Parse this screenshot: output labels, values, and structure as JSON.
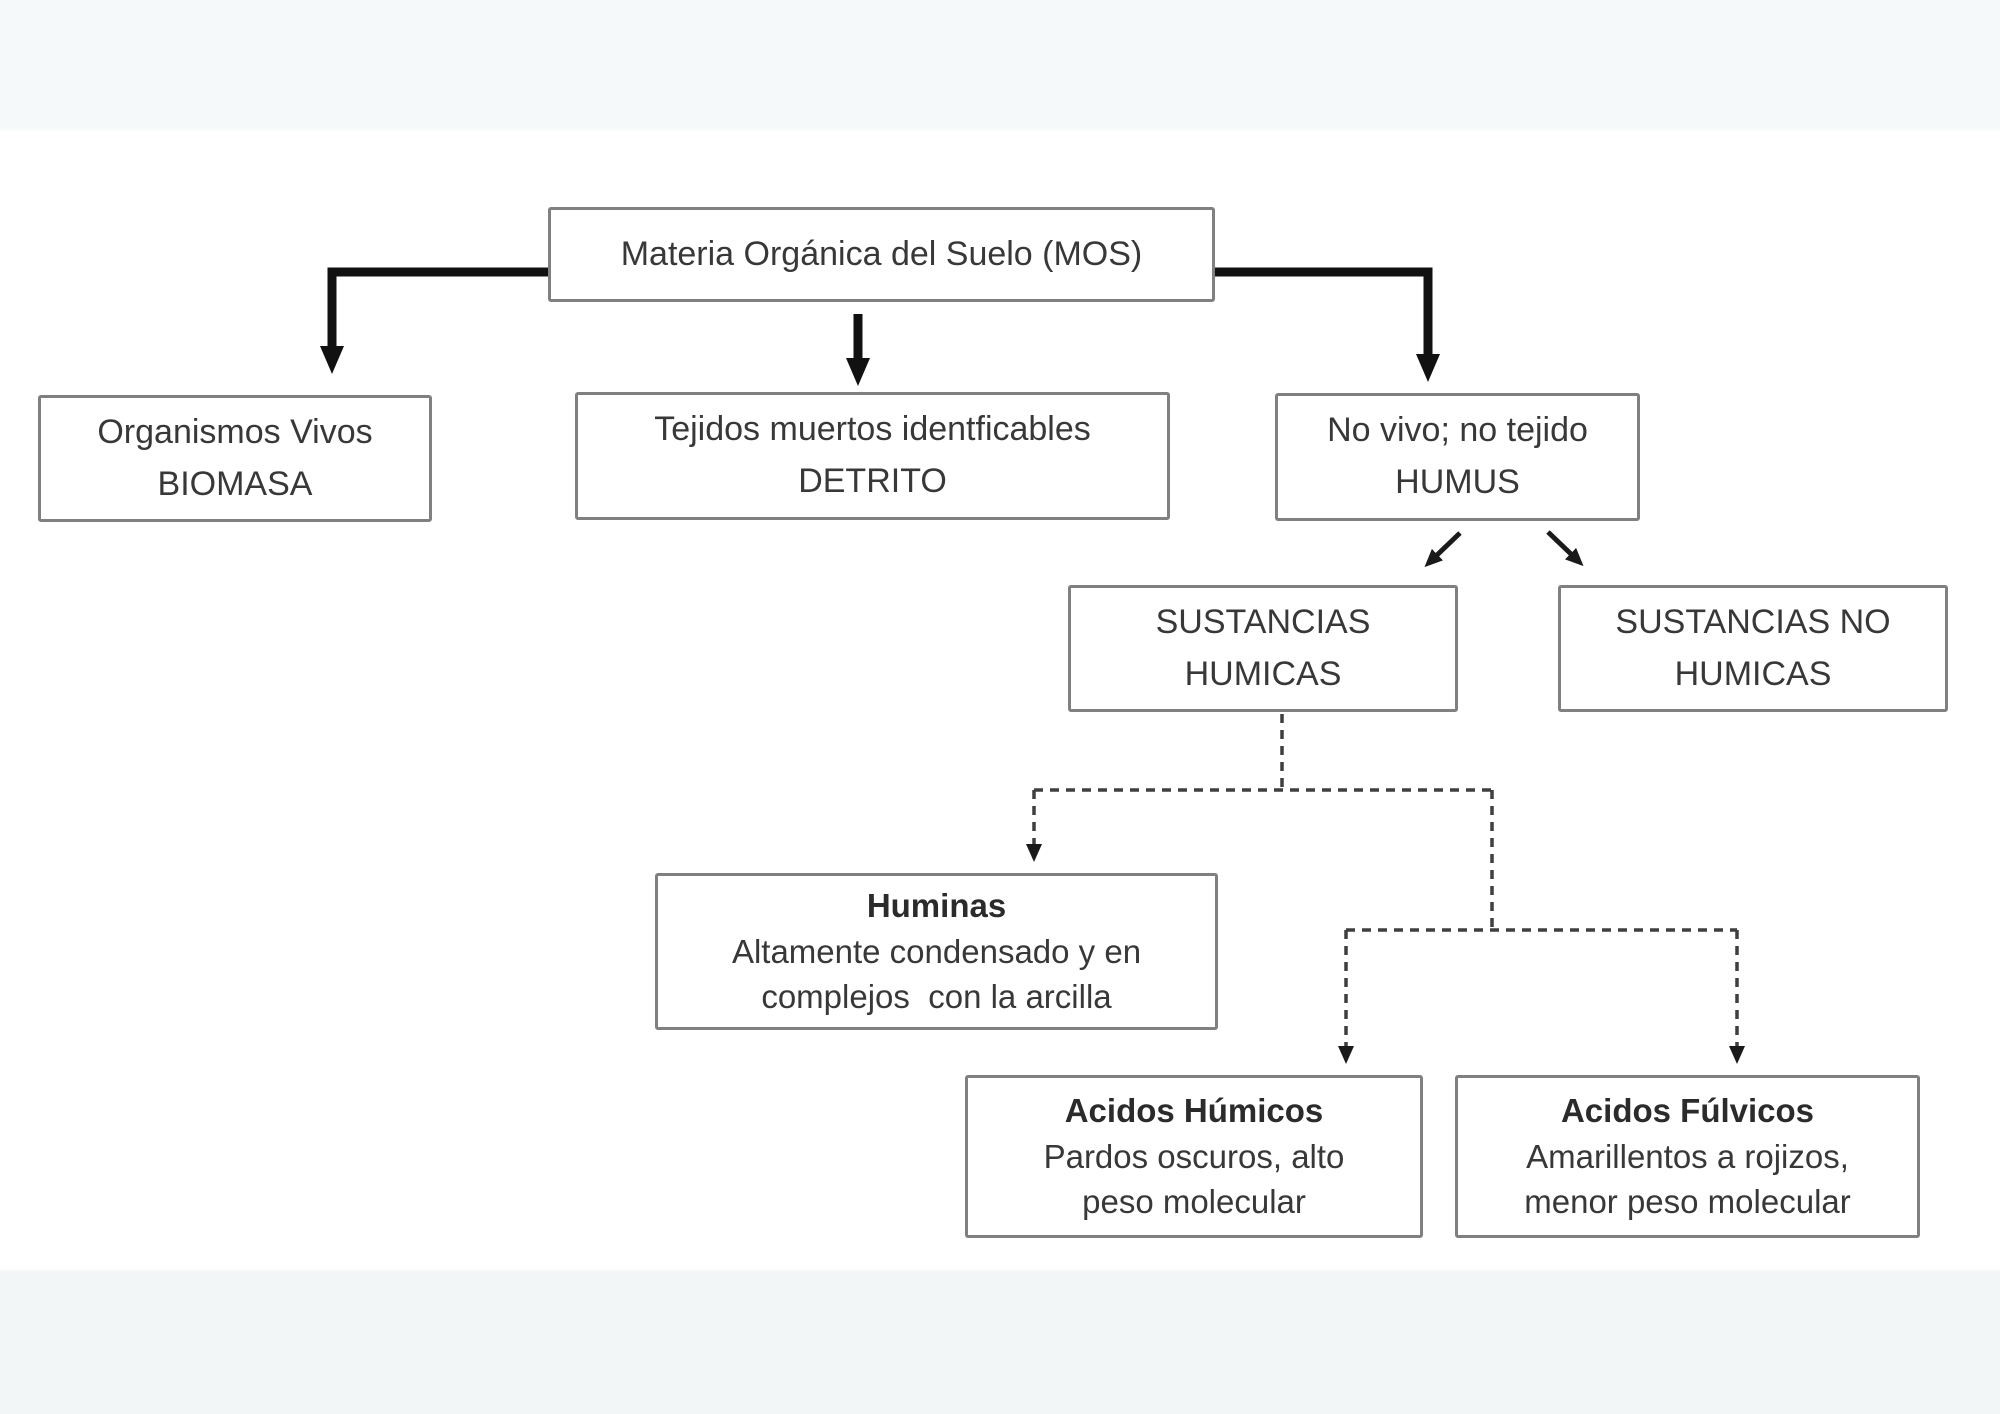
{
  "diagram_title": "Materia Orgánica del Suelo (MOS)",
  "nodes": {
    "mos": {
      "text": "Materia Orgánica del Suelo (MOS)"
    },
    "biomasa": {
      "line1": "Organismos Vivos",
      "line2": "BIOMASA"
    },
    "detrito": {
      "line1": "Tejidos muertos identficables",
      "line2": "DETRITO"
    },
    "humus": {
      "line1": "No vivo; no tejido",
      "line2": "HUMUS"
    },
    "sustancias_humicas": {
      "line1": "SUSTANCIAS",
      "line2": "HUMICAS"
    },
    "sustancias_no_humicas": {
      "line1": "SUSTANCIAS NO",
      "line2": "HUMICAS"
    },
    "huminas": {
      "title": "Huminas",
      "line1": "Altamente condensado y en",
      "line2": "complejos  con la arcilla"
    },
    "acidos_humicos": {
      "title": "Acidos Húmicos",
      "line1": "Pardos oscuros, alto",
      "line2": "peso molecular"
    },
    "acidos_fulvicos": {
      "title": "Acidos Fúlvicos",
      "line1": "Amarillentos a rojizos,",
      "line2": "menor peso molecular"
    }
  },
  "edges": [
    {
      "from": "mos",
      "to": "biomasa",
      "style": "solid-thick"
    },
    {
      "from": "mos",
      "to": "detrito",
      "style": "solid-thick"
    },
    {
      "from": "mos",
      "to": "humus",
      "style": "solid-thick"
    },
    {
      "from": "humus",
      "to": "sustancias_humicas",
      "style": "solid-short-diagonal"
    },
    {
      "from": "humus",
      "to": "sustancias_no_humicas",
      "style": "solid-short-diagonal"
    },
    {
      "from": "sustancias_humicas",
      "to": "huminas",
      "style": "dashed"
    },
    {
      "from": "sustancias_humicas",
      "to": "acidos_humicos",
      "style": "dashed"
    },
    {
      "from": "sustancias_humicas",
      "to": "acidos_fulvicos",
      "style": "dashed"
    }
  ],
  "colors": {
    "box_border": "#808080",
    "box_background": "#ffffff",
    "text": "#383838",
    "solid_arrow": "#111111",
    "dashed_arrow": "#3f3f3f"
  }
}
